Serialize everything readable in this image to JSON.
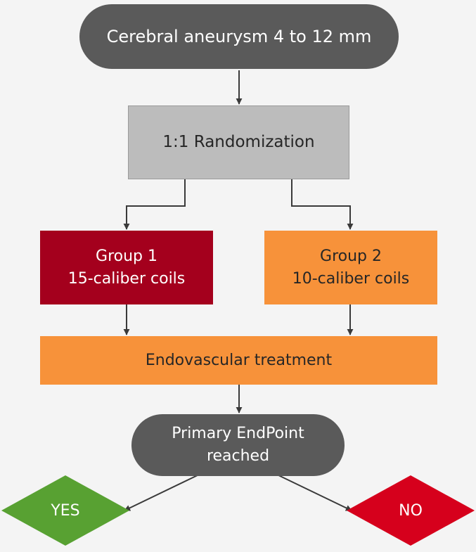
{
  "nodes": {
    "population": {
      "label": "Cerebral aneurysm 4 to 12 mm"
    },
    "randomization": {
      "label": "1:1 Randomization"
    },
    "group1": {
      "line1": "Group 1",
      "line2": "15-caliber coils"
    },
    "group2": {
      "line1": "Group 2",
      "line2": "10-caliber coils"
    },
    "treatment": {
      "label": "Endovascular treatment"
    },
    "endpoint": {
      "line1": "Primary EndPoint",
      "line2": "reached"
    },
    "yes": {
      "label": "YES"
    },
    "no": {
      "label": "NO"
    }
  },
  "colors": {
    "background": "#f4f4f4",
    "dark_gray": "#5a5a5a",
    "light_gray": "#bcbcbc",
    "dark_red": "#a4001d",
    "orange": "#f7923a",
    "green": "#58a132",
    "red": "#d6001c",
    "arrow": "#3a3a3a",
    "dark_text": "#262626"
  }
}
